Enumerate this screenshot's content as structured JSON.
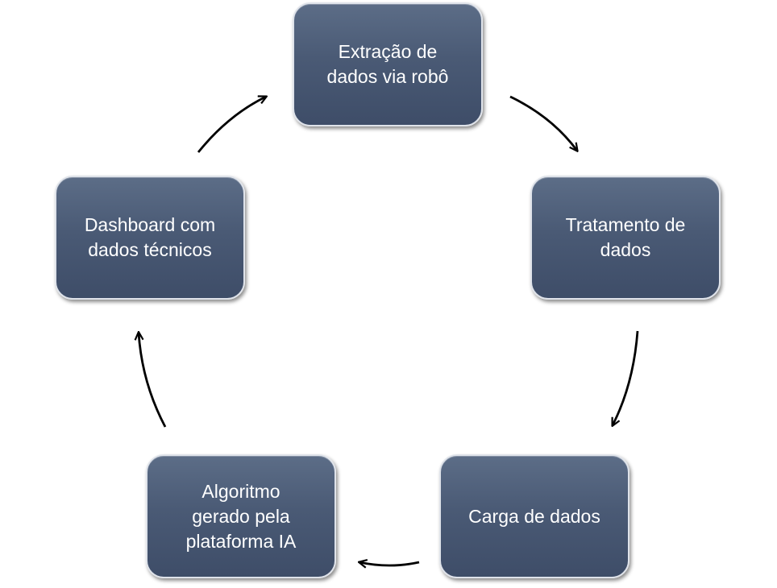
{
  "diagram": {
    "nodes": [
      {
        "id": "extracao",
        "label": "Extração de\ndados via robô"
      },
      {
        "id": "tratamento",
        "label": "Tratamento de\ndados"
      },
      {
        "id": "carga",
        "label": "Carga de dados"
      },
      {
        "id": "algoritmo",
        "label": "Algoritmo\ngerado pela\nplataforma IA"
      },
      {
        "id": "dashboard",
        "label": "Dashboard com\ndados técnicos"
      }
    ],
    "edges": [
      {
        "from": "extracao",
        "to": "tratamento"
      },
      {
        "from": "tratamento",
        "to": "carga"
      },
      {
        "from": "carga",
        "to": "algoritmo"
      },
      {
        "from": "algoritmo",
        "to": "dashboard"
      },
      {
        "from": "dashboard",
        "to": "extracao"
      }
    ],
    "colors": {
      "node_fill": "#4a5a75",
      "node_border": "#dfe3ea",
      "text": "#ffffff",
      "arrow": "#000000"
    }
  }
}
